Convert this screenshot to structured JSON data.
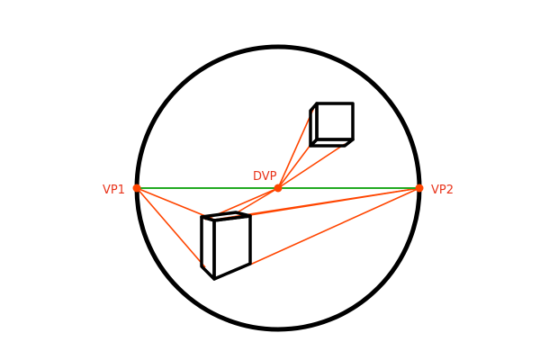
{
  "labels": {
    "vp1": "VP1",
    "vp2": "VP2",
    "dvp": "DVP"
  },
  "colors": {
    "outline": "#000000",
    "construction_lines": "#ff4500",
    "horizon": "#22aa22",
    "points": "#ff4500",
    "label_text": "#e8331a"
  }
}
